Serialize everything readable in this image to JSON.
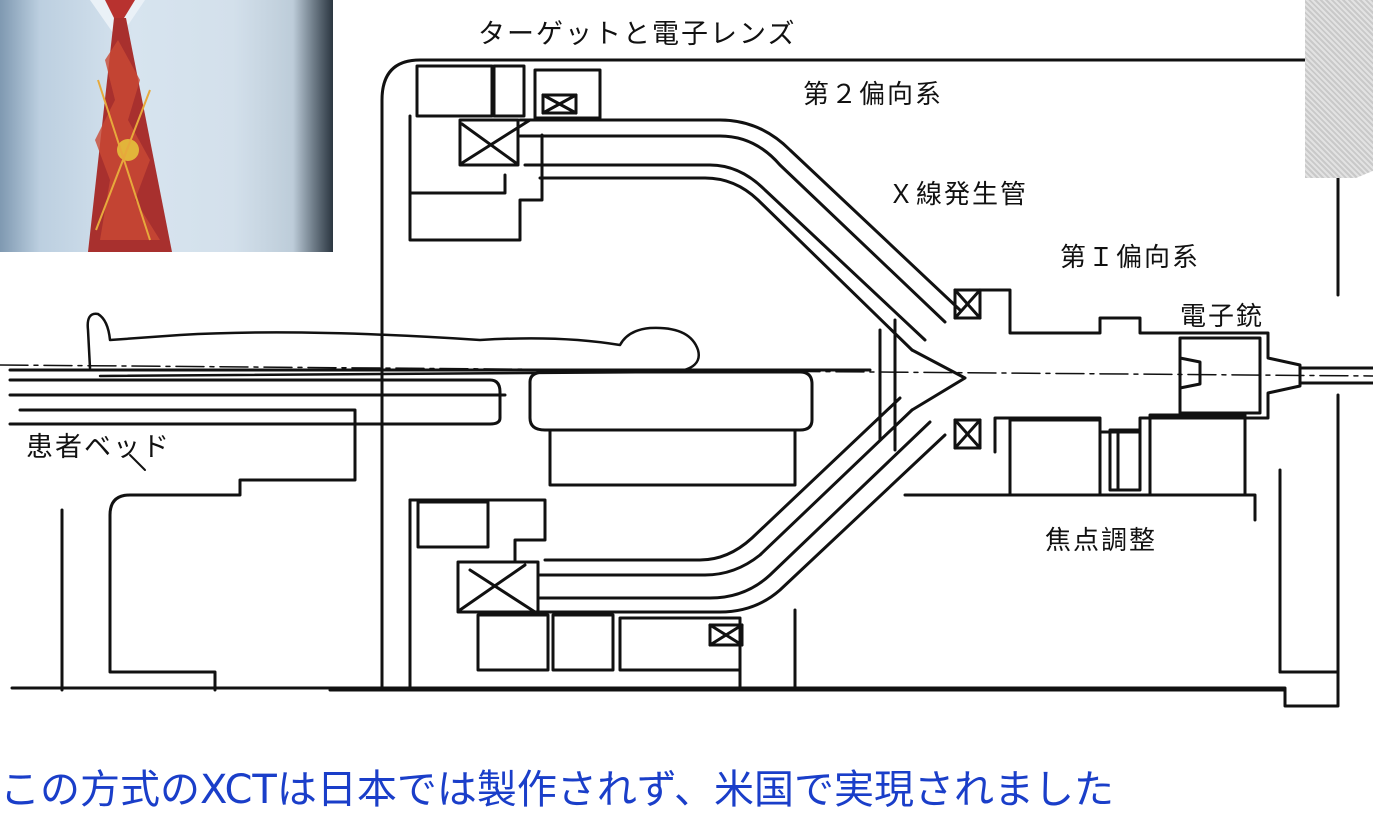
{
  "diagram": {
    "labels": {
      "target_lens": "ターゲットと電子レンズ",
      "deflection_2": "第２偏向系",
      "xray_tube": "Ｘ線発生管",
      "deflection_1": "第Ｉ偏向系",
      "electron_gun": "電子銃",
      "patient_bed": "患者ベッド",
      "focus_adjust": "焦点調整"
    }
  },
  "caption": "この方式のXCTは日本では製作されず、米国で実現されました"
}
